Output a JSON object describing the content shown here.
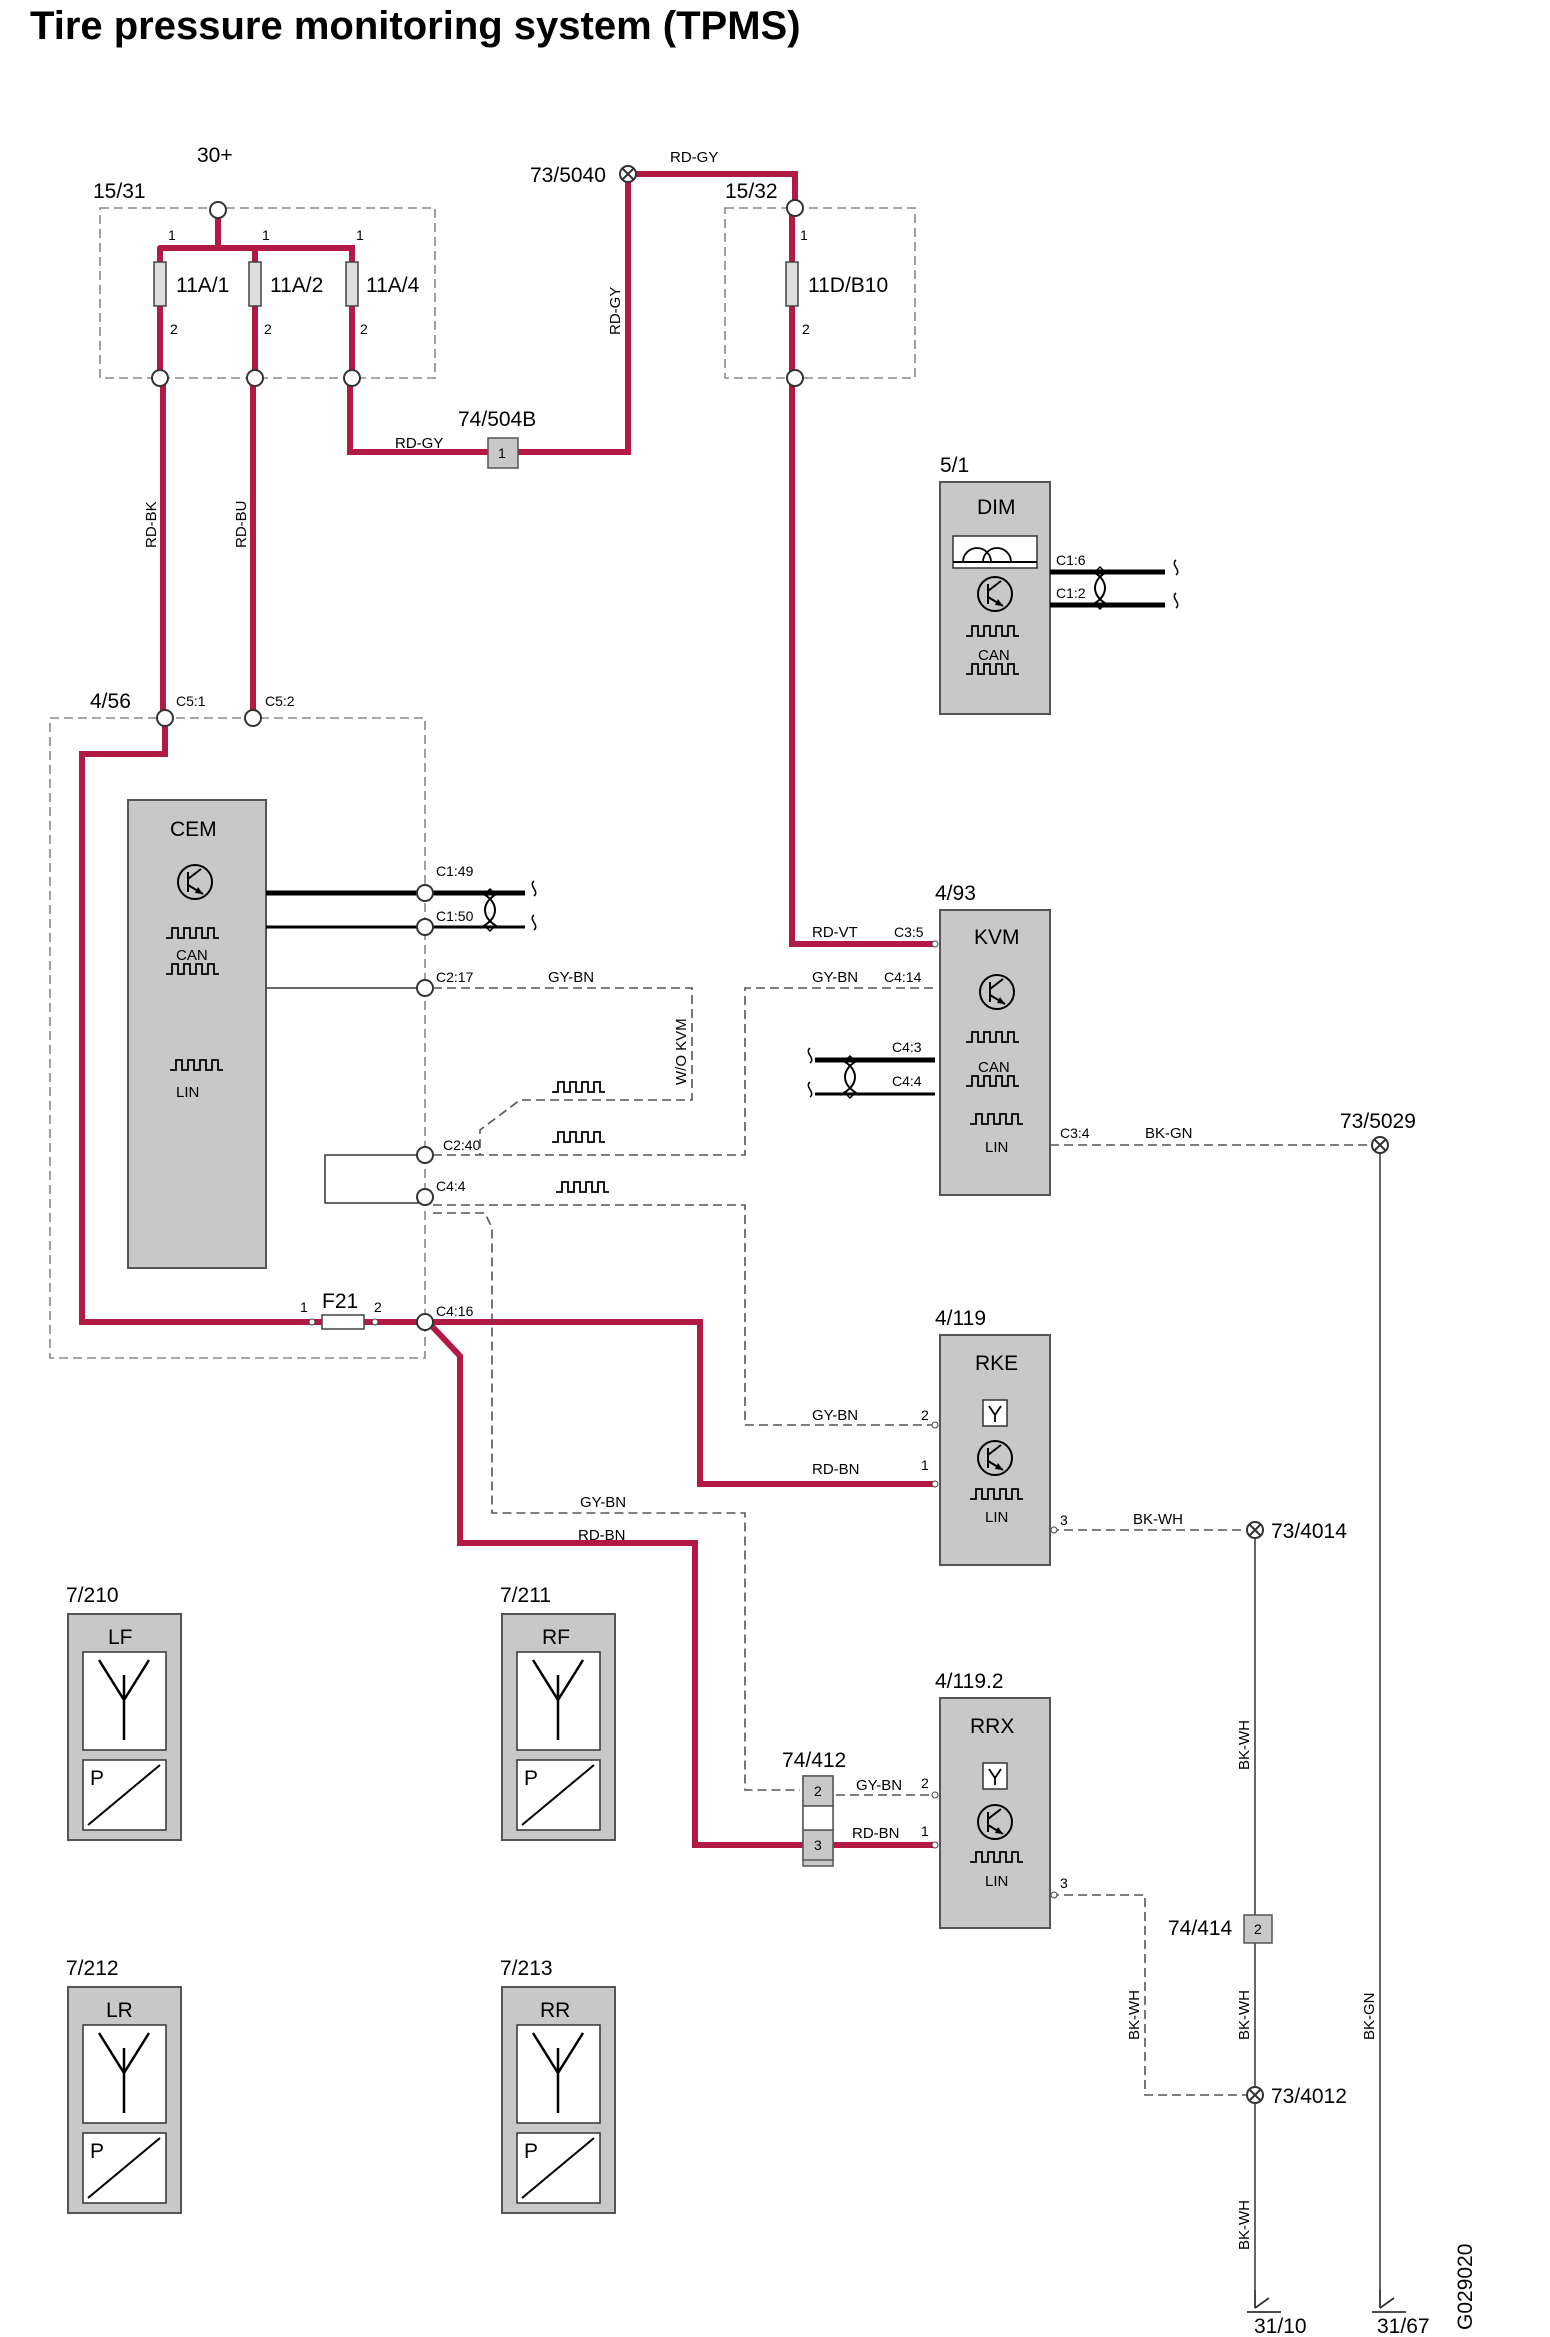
{
  "title": "Tire pressure monitoring system (TPMS)",
  "figure_id": "G029020",
  "power": {
    "supply": "30+"
  },
  "fusebox_1531": {
    "id": "15/31",
    "fuses": [
      "11A/1",
      "11A/2",
      "11A/4"
    ],
    "pin_top": "1",
    "pin_bottom": "2"
  },
  "fusebox_1532": {
    "id": "15/32",
    "fuse": "11D/B10",
    "pin_top": "1",
    "pin_bottom": "2"
  },
  "splices": {
    "s5040": "73/5040",
    "s5029": "73/5029",
    "s4014": "73/4014",
    "s4012": "73/4012"
  },
  "connectors": {
    "c504b": {
      "id": "74/504B",
      "pin": "1"
    },
    "c412": {
      "id": "74/412",
      "pins": [
        "2",
        "3"
      ]
    },
    "c414": {
      "id": "74/414",
      "pin": "2"
    }
  },
  "grounds": [
    "31/10",
    "31/67"
  ],
  "wires": {
    "rd_gy": "RD-GY",
    "rd_bk": "RD-BK",
    "rd_bu": "RD-BU",
    "rd_vt": "RD-VT",
    "gy_bn": "GY-BN",
    "rd_bn": "RD-BN",
    "bk_gn": "BK-GN",
    "bk_wh": "BK-WH"
  },
  "dim": {
    "id": "5/1",
    "name": "DIM",
    "pins": [
      "C1:6",
      "C1:2"
    ],
    "can": "CAN"
  },
  "cem": {
    "id": "4/56",
    "name": "CEM",
    "can": "CAN",
    "lin": "LIN",
    "pins": [
      "C5:1",
      "C5:2",
      "C1:49",
      "C1:50",
      "C2:17",
      "C2:40",
      "C4:4",
      "C4:16"
    ],
    "fuse": "F21",
    "fuse_pins": [
      "1",
      "2"
    ]
  },
  "kvm": {
    "id": "4/93",
    "name": "KVM",
    "pins": [
      "C3:5",
      "C4:14",
      "C4:3",
      "C4:4",
      "C3:4"
    ],
    "can": "CAN",
    "lin": "LIN"
  },
  "wo_kvm": "W/O KVM",
  "rke": {
    "id": "4/119",
    "name": "RKE",
    "pins": [
      "2",
      "1",
      "3"
    ],
    "lin": "LIN"
  },
  "rrx": {
    "id": "4/119.2",
    "name": "RRX",
    "pins": [
      "2",
      "1",
      "3"
    ],
    "lin": "LIN"
  },
  "sensors": [
    {
      "id": "7/210",
      "name": "LF",
      "p": "P"
    },
    {
      "id": "7/211",
      "name": "RF",
      "p": "P"
    },
    {
      "id": "7/212",
      "name": "LR",
      "p": "P"
    },
    {
      "id": "7/213",
      "name": "RR",
      "p": "P"
    }
  ]
}
